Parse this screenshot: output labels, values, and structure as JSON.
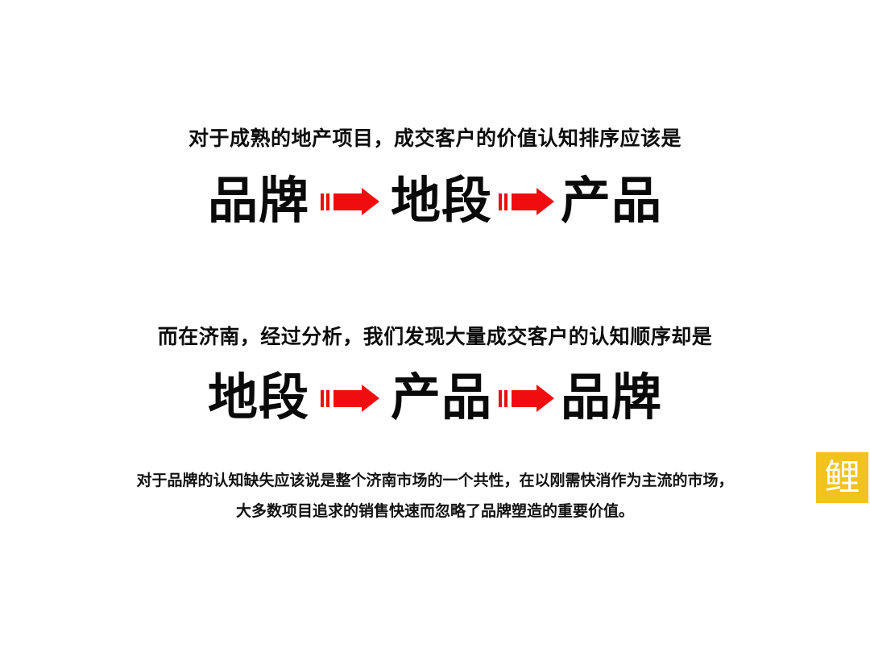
{
  "slide": {
    "background_color": "#ffffff",
    "accent_color": "#ef0d0d",
    "text_color": "#0d0d0d",
    "badge_color": "#f2c21e"
  },
  "section_one": {
    "caption": "对于成熟的地产项目，成交客户的价值认知排序应该是",
    "sequence": [
      {
        "label": "品牌"
      },
      {
        "label": "地段"
      },
      {
        "label": "产品"
      }
    ]
  },
  "section_two": {
    "caption": "而在济南，经过分析，我们发现大量成交客户的认知顺序却是",
    "sequence": [
      {
        "label": "地段"
      },
      {
        "label": "产品"
      },
      {
        "label": "品牌"
      }
    ]
  },
  "conclusion": {
    "line1": "对于品牌的认知缺失应该说是整个济南市场的一个共性，在以刚需快消作为主流的市场，",
    "line2": "大多数项目追求的销售快速而忽略了品牌塑造的重要价值。"
  },
  "logo": {
    "glyph": "鲤"
  }
}
